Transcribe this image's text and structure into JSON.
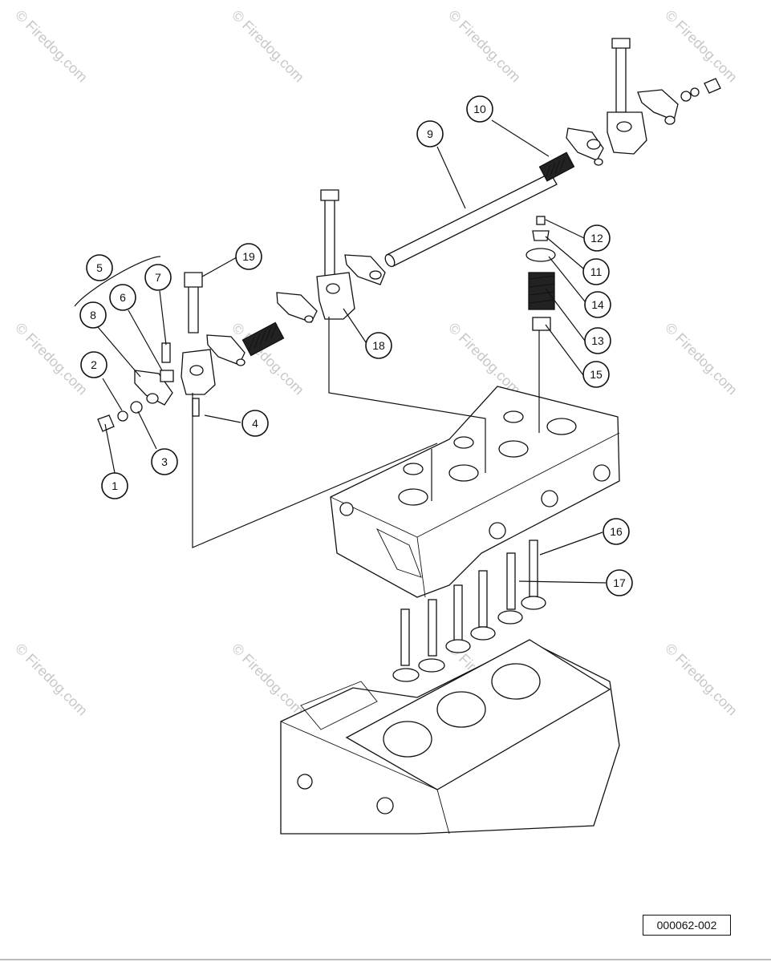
{
  "watermark": {
    "text": "© Firedog.com",
    "color": "#c8c8c8"
  },
  "figure_code": "000062-002",
  "callouts": {
    "c1": "1",
    "c2": "2",
    "c3": "3",
    "c4": "4",
    "c5": "5",
    "c6": "6",
    "c7": "7",
    "c8": "8",
    "c9": "9",
    "c10": "10",
    "c11": "11",
    "c12": "12",
    "c13": "13",
    "c14": "14",
    "c15": "15",
    "c16": "16",
    "c17": "17",
    "c18": "18",
    "c19": "19"
  }
}
